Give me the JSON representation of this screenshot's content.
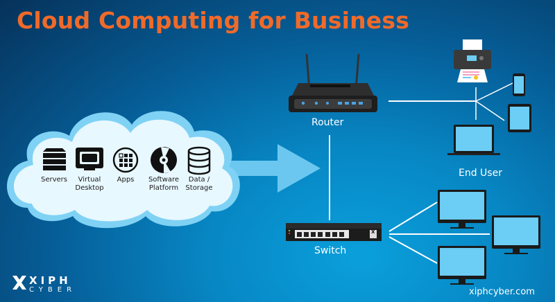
{
  "title": "Cloud Computing for Business",
  "cloud": {
    "items": [
      {
        "icon": "server-rack-icon",
        "label": "Servers"
      },
      {
        "icon": "monitor-icon",
        "label": "Virtual Desktop"
      },
      {
        "icon": "apps-grid-icon",
        "label": "Apps"
      },
      {
        "icon": "disc-icon",
        "label": "Software Platform"
      },
      {
        "icon": "database-icon",
        "label": "Data / Storage"
      }
    ]
  },
  "nodes": {
    "router": "Router",
    "switch": "Switch",
    "end_user": "End User"
  },
  "switch_badge": "X",
  "brand": {
    "line1": "XIPH",
    "line2": "CYBER"
  },
  "website": "xiphcyber.com",
  "colors": {
    "title": "#f06a2a",
    "screen": "#6ccdf5",
    "cloud": "#e8f8ff",
    "arrow": "#6cc7f0"
  }
}
